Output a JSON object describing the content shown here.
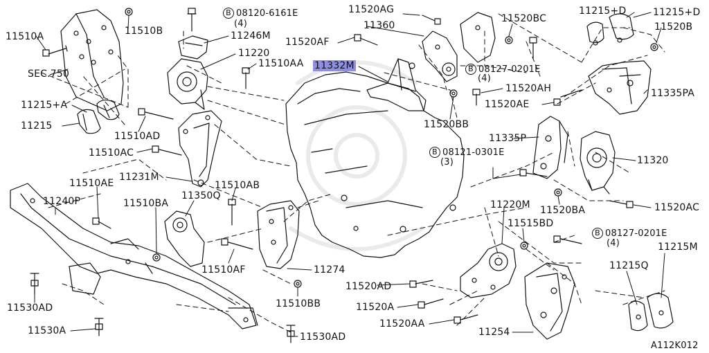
{
  "bolt_prefix_symbol": "B",
  "part_labels": {
    "p11510A": "11510A",
    "p11510B": "11510B",
    "p11246M": "11246M",
    "p11220": "11220",
    "p11510AA": "11510AA",
    "p11332M": "11332M",
    "p11520AG": "11520AG",
    "p11360": "11360",
    "p11520AF": "11520AF",
    "p11520BC": "11520BC",
    "p11215D_1": "11215+D",
    "p11215D_2": "11215+D",
    "p11520B": "11520B",
    "sec750": "SEC.750",
    "p11215A": "11215+A",
    "p11215": "11215",
    "p11510AD": "11510AD",
    "p11510AC": "11510AC",
    "p11231M": "11231M",
    "p11520AH": "11520AH",
    "p11520AE": "11520AE",
    "p11335PA": "11335PA",
    "p11520BB": "11520BB",
    "p11335P": "11335P",
    "p11320": "11320",
    "p11510AE": "11510AE",
    "p11510AB": "11510AB",
    "p11240P": "11240P",
    "p11350Q": "11350Q",
    "p11510BA": "11510BA",
    "p11520BA": "11520BA",
    "p11520AC": "11520AC",
    "p11220M": "11220M",
    "p11515BD": "11515BD",
    "p11510AF": "11510AF",
    "p11274": "11274",
    "p11215M": "11215M",
    "p11215Q": "11215Q",
    "p11530AD_1": "11530AD",
    "p11520AD": "11520AD",
    "p11510BB": "11510BB",
    "p11520A": "11520A",
    "p11520AA": "11520AA",
    "p11530A": "11530A",
    "p11254": "11254",
    "p11530AD_2": "11530AD",
    "figure_code": "A112K012"
  },
  "bolt_refs": [
    {
      "part": "08120-6161E",
      "qty": "(4)"
    },
    {
      "part": "08127-0201E",
      "qty": "(4)"
    },
    {
      "part": "08121-0301E",
      "qty": "(3)"
    },
    {
      "part": "08127-0201E",
      "qty": "(4)"
    }
  ],
  "highlight_color": "#8f8fe0"
}
